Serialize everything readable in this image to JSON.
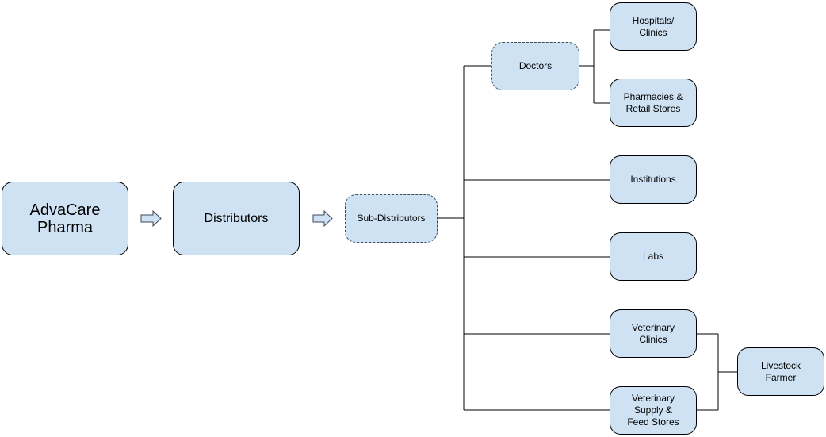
{
  "nodes": {
    "advacare": "AdvaCare\nPharma",
    "distributors": "Distributors",
    "sub_distributors": "Sub-Distributors",
    "doctors": "Doctors",
    "hospitals": "Hospitals/\nClinics",
    "pharmacies": "Pharmacies &\nRetail Stores",
    "institutions": "Institutions",
    "labs": "Labs",
    "vet_clinics": "Veterinary\nClinics",
    "vet_supply": "Veterinary\nSupply &\nFeed Stores",
    "livestock": "Livestock\nFarmer"
  },
  "colors": {
    "node_fill": "#cfe2f3",
    "border": "#000000",
    "connector": "#000000"
  }
}
